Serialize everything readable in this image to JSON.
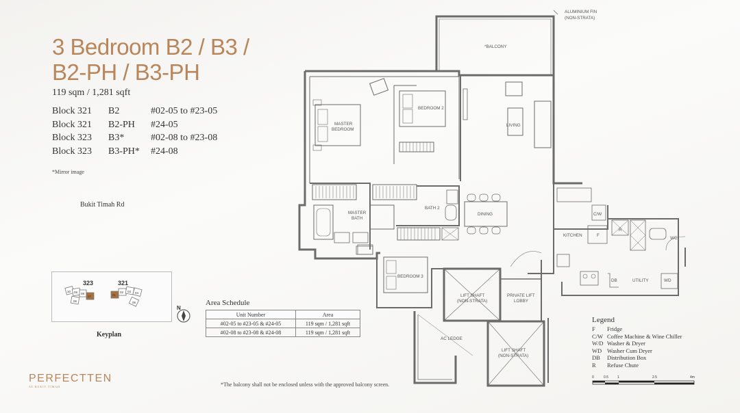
{
  "header": {
    "title_line1": "3 Bedroom B2 / B3 /",
    "title_line2": "B2-PH / B3-PH",
    "area": "119 sqm / 1,281 sqft"
  },
  "blocks": [
    {
      "block": "Block 321",
      "type": "B2",
      "units": "#02-05 to #23-05"
    },
    {
      "block": "Block 321",
      "type": "B2-PH",
      "units": "#24-05"
    },
    {
      "block": "Block 323",
      "type": "B3*",
      "units": "#02-08 to #23-08"
    },
    {
      "block": "Block 323",
      "type": "B3-PH*",
      "units": "#24-08"
    }
  ],
  "mirror_note": "*Mirror image",
  "keyplan": {
    "street": "Bukit Timah Rd",
    "label": "Keyplan",
    "block_a": "323",
    "block_b": "321",
    "north": "N",
    "unit_labels_a": [
      "10",
      "09",
      "08",
      "07",
      "06"
    ],
    "unit_labels_b": [
      "01",
      "02",
      "03",
      "04",
      "05"
    ]
  },
  "area_schedule": {
    "title": "Area Schedule",
    "headers": [
      "Unit Number",
      "Area"
    ],
    "rows": [
      [
        "#02-05 to #23-05 & #24-05",
        "119 sqm / 1,281 sqft"
      ],
      [
        "#02-08 to #23-08 & #24-08",
        "119 sqm / 1,281 sqft"
      ]
    ]
  },
  "footnote": "*The balcony shall not be enclosed unless with the approved balcony screen.",
  "legend": {
    "title": "Legend",
    "items": [
      {
        "key": "F",
        "value": "Fridge"
      },
      {
        "key": "C/W",
        "value": "Coffee Machine & Wine Chiller"
      },
      {
        "key": "W/D",
        "value": "Washer & Dryer"
      },
      {
        "key": "WD",
        "value": "Washer Cum Dryer"
      },
      {
        "key": "DB",
        "value": "Distribution Box"
      },
      {
        "key": "R",
        "value": "Refuse Chute"
      }
    ]
  },
  "scale": {
    "ticks": [
      "0",
      "0.5",
      "1",
      "2.5",
      "4m"
    ]
  },
  "plan_labels": {
    "aluminium_fin": "ALUMINIUM FIN",
    "non_strata": "(NON-STRATA)",
    "balcony": "*BALCONY",
    "master_bedroom_1": "MASTER",
    "master_bedroom_2": "BEDROOM",
    "bedroom2": "BEDROOM 2",
    "living": "LIVING",
    "master_bath_1": "MASTER",
    "master_bath_2": "BATH",
    "bath2": "BATH 2",
    "dining": "DINING",
    "cw": "C/W",
    "f": "F",
    "kitchen": "KITCHEN",
    "wc": "WC",
    "bedroom3": "BEDROOM 3",
    "lift_shaft_1": "LIFT SHAFT",
    "lift_shaft_2": "(NON-STRATA)",
    "private_lift_1": "PRIVATE LIFT",
    "private_lift_2": "LOBBY",
    "db": "DB",
    "utility": "UTILITY",
    "wd": "WD",
    "ac_ledge": "AC LEDGE",
    "lift_shaft2_1": "LIFT SHAFT",
    "lift_shaft2_2": "(NON-STRATA)",
    "r": "R"
  },
  "brand": {
    "logo": "PERFECTTEN",
    "tagline": "AT BUKIT TIMAH"
  },
  "colors": {
    "accent": "#b8865a",
    "wall": "#6b6b6b",
    "text": "#333333"
  }
}
